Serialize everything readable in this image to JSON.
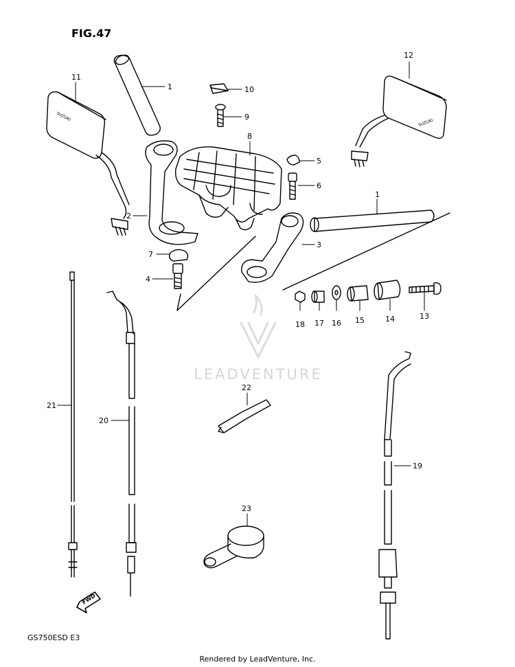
{
  "figure": {
    "title": "FIG.47",
    "model_code": "GS750ESD E3"
  },
  "mirror_brand": "SUZUKI",
  "fwd_mark": "FWD",
  "watermark": "LEADVENTURE",
  "footer": "Rendered by LeadVenture, Inc.",
  "callouts": [
    "1",
    "1",
    "2",
    "3",
    "4",
    "5",
    "6",
    "7",
    "8",
    "9",
    "10",
    "11",
    "12",
    "13",
    "14",
    "15",
    "16",
    "17",
    "18",
    "19",
    "20",
    "21",
    "22",
    "23"
  ]
}
